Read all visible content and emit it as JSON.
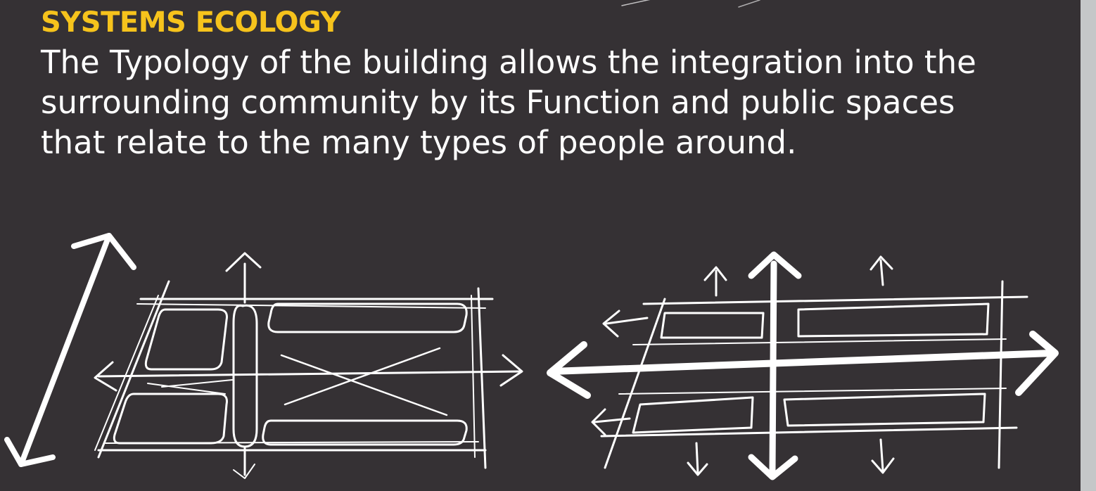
{
  "slide": {
    "heading": "SYSTEMS ECOLOGY",
    "body_lines": [
      "The Typology of the building allows the integration into the",
      "surrounding community by its Function and public spaces",
      "that relate to the many types of people around."
    ]
  },
  "colors": {
    "background": "#353134",
    "heading": "#f6c31c",
    "text": "#ffffff",
    "side_strip": "#c5c7c8"
  }
}
